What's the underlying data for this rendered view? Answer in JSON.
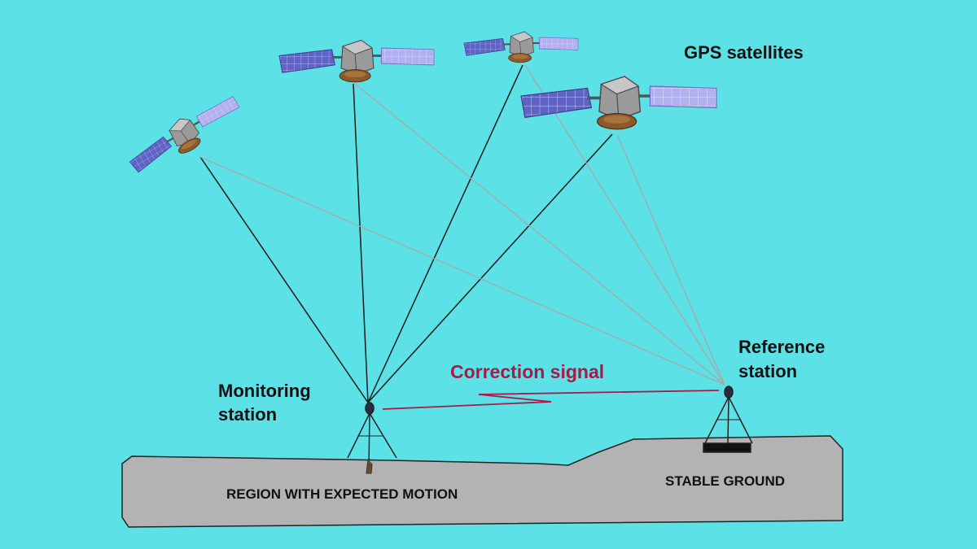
{
  "labels": {
    "gps_satellites": "GPS satellites",
    "monitoring_station_line1": "Monitoring",
    "monitoring_station_line2": "station",
    "reference_station_line1": "Reference",
    "reference_station_line2": "station",
    "correction_signal": "Correction signal",
    "region_motion": "REGION WITH EXPECTED MOTION",
    "stable_ground": "STABLE GROUND"
  },
  "colors": {
    "background": "#5ce1e6",
    "ground": "#b3b3b3",
    "signal": "#a51c4a",
    "solar_panel": "#5f63c4",
    "satellite_body": "#9a9a9a",
    "antenna_dish": "#8a5a2b"
  }
}
